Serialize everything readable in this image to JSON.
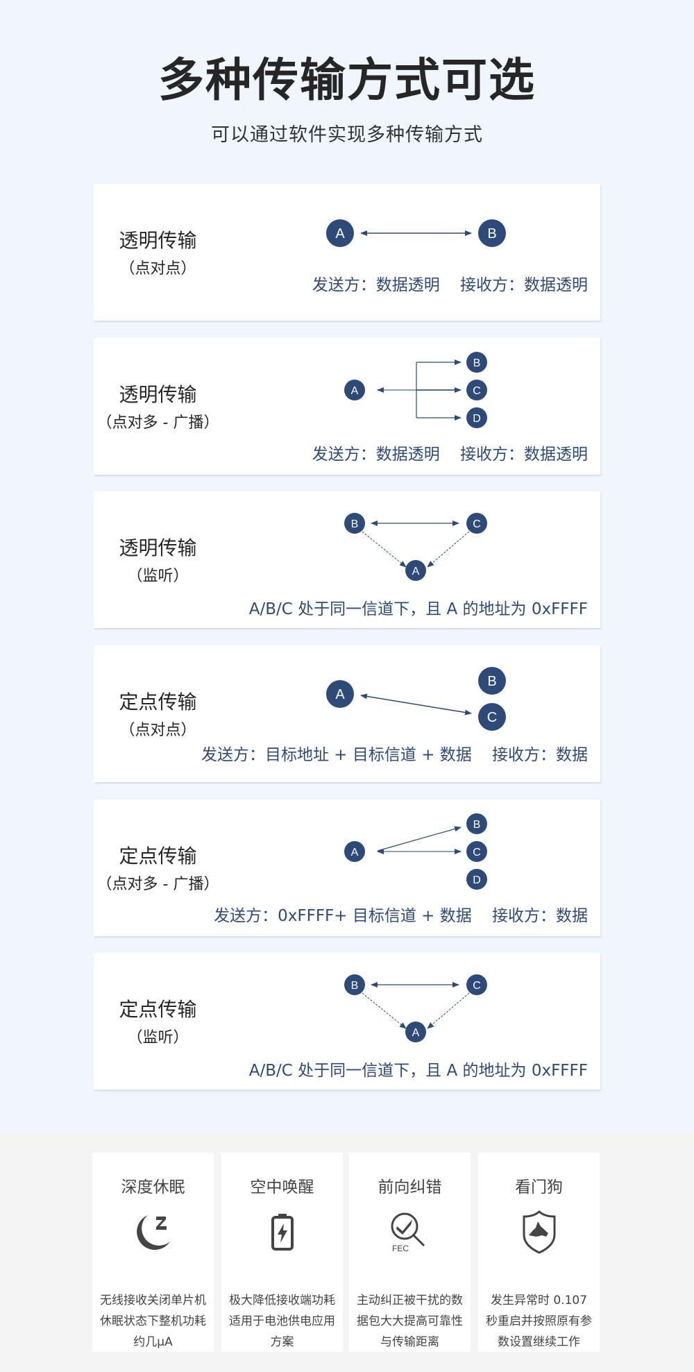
{
  "header": {
    "title": "多种传输方式可选",
    "subtitle": "可以通过软件实现多种传输方式"
  },
  "colors": {
    "page_bg": "#f0f6fe",
    "node_fill": "#2e4a78",
    "desc_text": "#2e4a78",
    "bottom_bg": "#f4f4f4"
  },
  "modes": [
    {
      "title": "透明传输",
      "subtitle": "（点对点）",
      "diagram": "A <-> B",
      "nodes": [
        "A",
        "B"
      ],
      "description": "发送方：数据透明    接收方：数据透明"
    },
    {
      "title": "透明传输",
      "subtitle": "（点对多 - 广播）",
      "diagram": "A <- -> B, C, D",
      "nodes": [
        "A",
        "B",
        "C",
        "D"
      ],
      "description": "发送方：数据透明    接收方：数据透明"
    },
    {
      "title": "透明传输",
      "subtitle": "（监听）",
      "diagram": "B <-> C, B -> A, C -> A",
      "nodes": [
        "B",
        "C",
        "A"
      ],
      "description": "A/B/C 处于同一信道下，且 A 的地址为 0xFFFF"
    },
    {
      "title": "定点传输",
      "subtitle": "（点对点）",
      "diagram": "A <-> C, B idle",
      "nodes": [
        "A",
        "B",
        "C"
      ],
      "description": "发送方：目标地址 + 目标信道 + 数据    接收方：数据"
    },
    {
      "title": "定点传输",
      "subtitle": "（点对多 - 广播）",
      "diagram": "A <-> B, A <-> C, D idle",
      "nodes": [
        "A",
        "B",
        "C",
        "D"
      ],
      "description": "发送方：0xFFFF+ 目标信道 + 数据    接收方：数据"
    },
    {
      "title": "定点传输",
      "subtitle": "（监听）",
      "diagram": "B <-> C, B -> A, C -> A",
      "nodes": [
        "B",
        "C",
        "A"
      ],
      "description": "A/B/C 处于同一信道下，且 A 的地址为 0xFFFF"
    }
  ],
  "features": [
    {
      "title": "深度休眠",
      "icon": "moon-sleep-icon",
      "description": "无线接收关闭单片机休眠状态下整机功耗约几μA"
    },
    {
      "title": "空中唤醒",
      "icon": "battery-charge-icon",
      "description": "极大降低接收端功耗适用于电池供电应用方案"
    },
    {
      "title": "前向纠错",
      "icon": "fec-magnifier-check-icon",
      "icon_label": "FEC",
      "description": "主动纠正被干扰的数据包大大提高可靠性与传输距离"
    },
    {
      "title": "看门狗",
      "icon": "shield-dog-icon",
      "description": "发生异常时 0.107 秒重启并按照原有参数设置继续工作"
    }
  ]
}
